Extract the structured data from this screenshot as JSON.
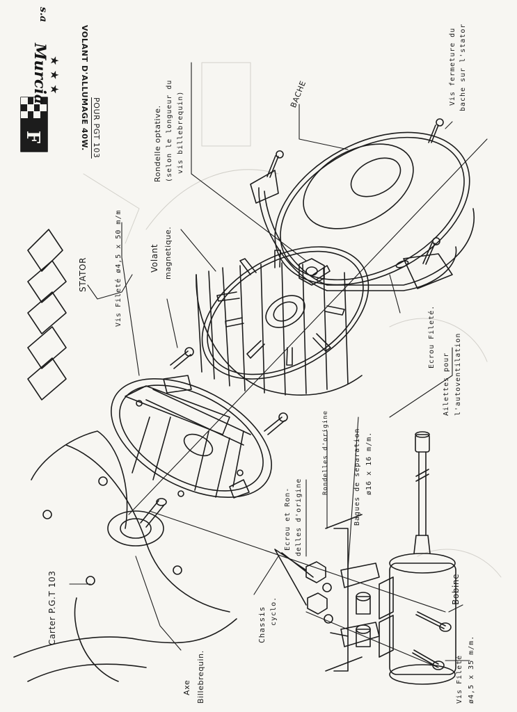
{
  "header": {
    "brand_name": "Murcia",
    "brand_suffix": "s.a",
    "brand_logo_letter": "F",
    "stars": "★ ★ ★",
    "title": "VOLANT D'ALLUMAGE 40W.",
    "subtitle": "POUR PGT 103"
  },
  "labels": {
    "bache": "BACHE",
    "vis_fermeture_line1": "Vis fermeture du",
    "vis_fermeture_line2": "bache sur l'stator",
    "rondelle_line1": "Rondelle optative.",
    "rondelle_line2": "(selon le longueur du",
    "rondelle_line3": "vis billebrequin)",
    "volant_line1": "Volant",
    "volant_line2": "magnetique.",
    "vis_filete_stator": "Vis Fileté ø4,5 x 50 m/m",
    "stator": "STATOR",
    "ecrou_filete": "Ecrou Fileté.",
    "ailettes_line1": "Ailettes pour",
    "ailettes_line2": "l'autoventilation",
    "bagues_line1": "Bagues de separation",
    "bagues_line2": "ø16 x 16 m/m.",
    "rondelles_origine": "Rondelles d'origine",
    "ecrou_ron_line1": "Ecrou et Ron-",
    "ecrou_ron_line2": "delles d'origine",
    "bobine": "Bobine",
    "chassis_line1": "Chassis",
    "chassis_line2": "cyclo.",
    "carter": "Carter P.G.T 103",
    "axe_line1": "Axe",
    "axe_line2": "Billebrequin.",
    "vis_filete_bobine_line1": "Vis Fileté",
    "vis_filete_bobine_line2": "ø4,5 x 35 m/m."
  },
  "colors": {
    "paper": "#f7f6f2",
    "ink": "#1a1a1a"
  }
}
